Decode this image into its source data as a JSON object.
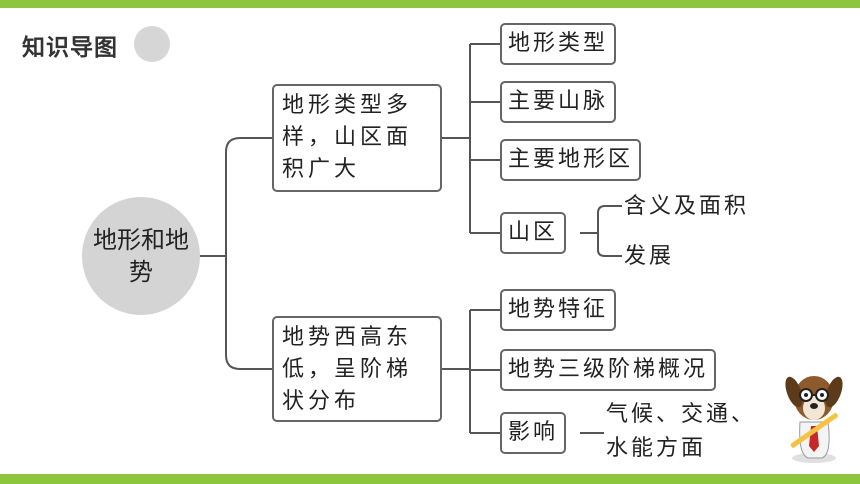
{
  "header": {
    "title": "知识导图"
  },
  "root": {
    "label": "地形和地势"
  },
  "branch1": {
    "label": "地形类型多样，山区面积广大",
    "children": [
      "地形类型",
      "主要山脉",
      "主要地形区",
      "山区"
    ],
    "shanqu_items": [
      "含义及面积",
      "发展"
    ]
  },
  "branch2": {
    "label": "地势西高东低，呈阶梯状分布",
    "children": [
      "地势特征",
      "地势三级阶梯概况",
      "影响"
    ],
    "yingxiang_lines": [
      "气候、交通、",
      "水能方面"
    ]
  },
  "colors": {
    "accent_bar": "#8cc63f",
    "root_fill": "#d4d4d4",
    "box_border": "#666666"
  }
}
